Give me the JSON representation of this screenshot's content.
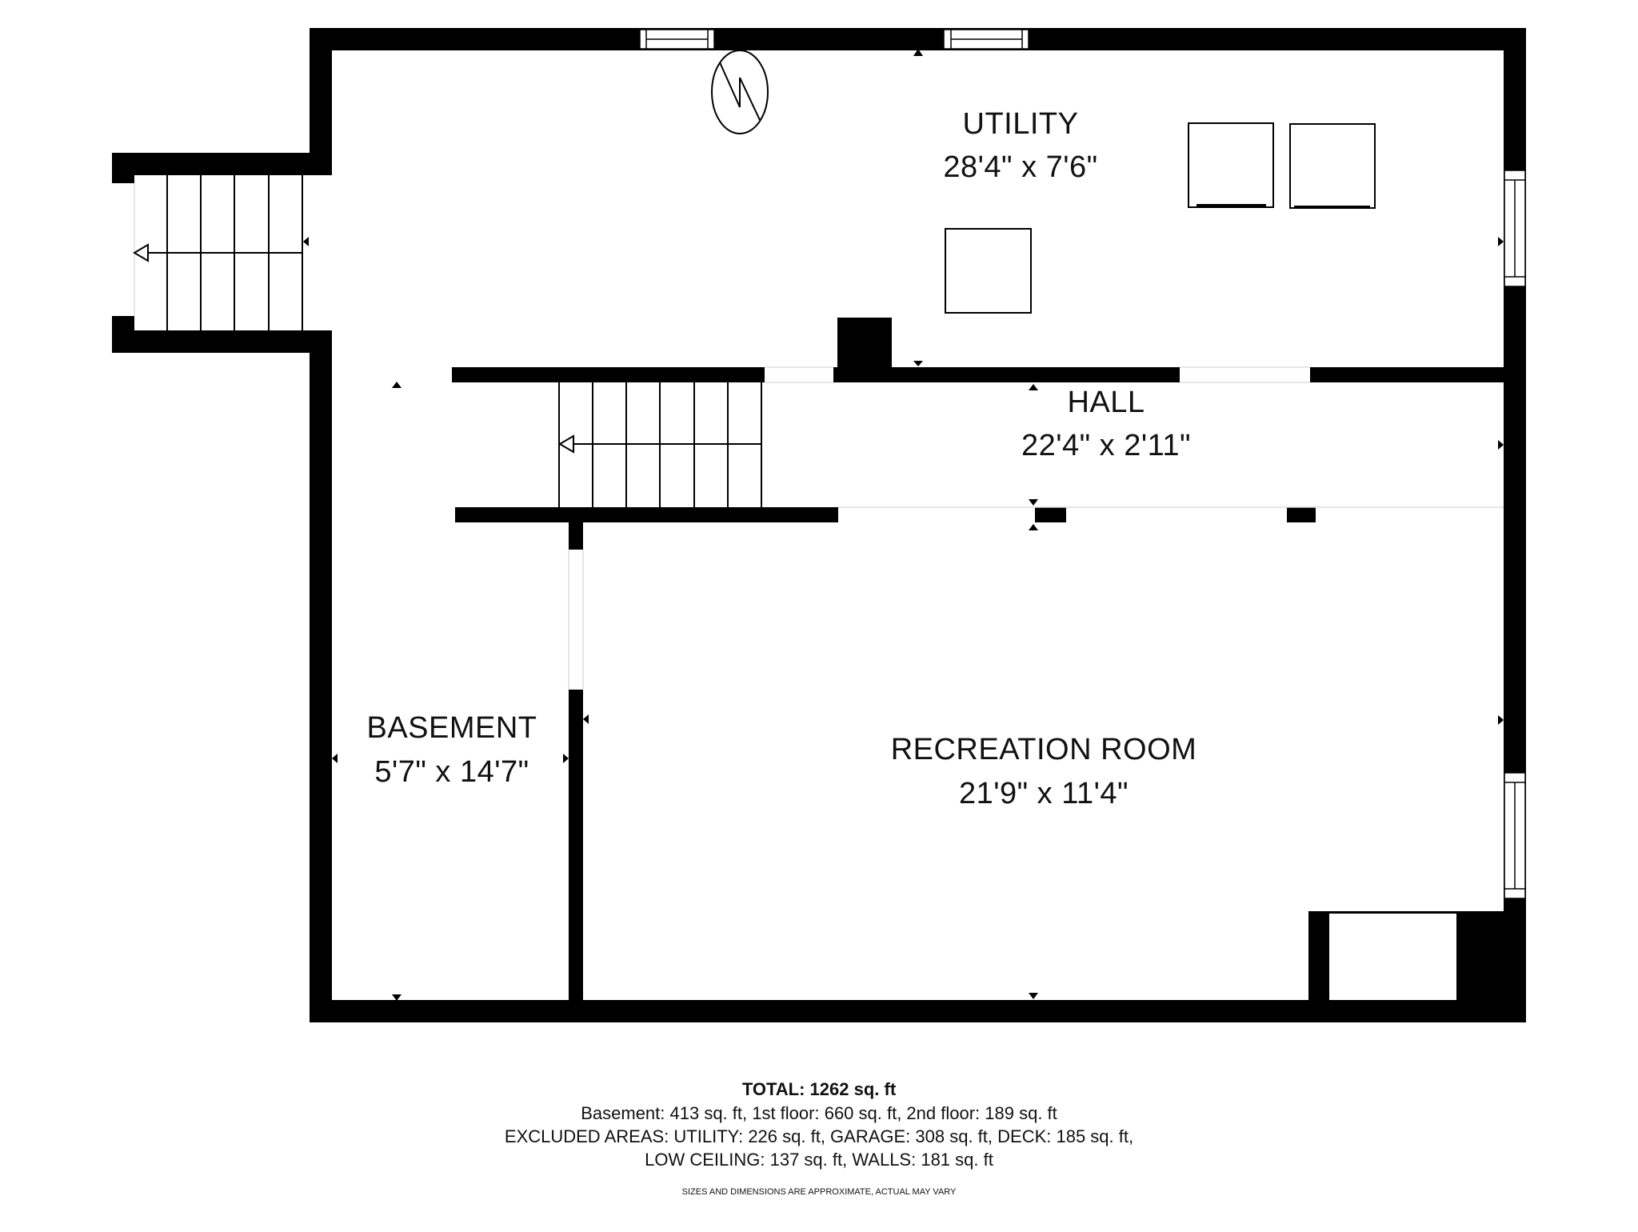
{
  "rooms": {
    "utility": {
      "name": "UTILITY",
      "dims": "28'4\" x 7'6\""
    },
    "hall": {
      "name": "HALL",
      "dims": "22'4\" x 2'11\""
    },
    "basement": {
      "name": "BASEMENT",
      "dims": "5'7\" x 14'7\""
    },
    "recreation": {
      "name": "RECREATION ROOM",
      "dims": "21'9\" x 11'4\""
    }
  },
  "summary": {
    "total": "TOTAL: 1262 sq. ft",
    "floors": "Basement: 413 sq. ft, 1st floor: 660 sq. ft, 2nd floor: 189 sq. ft",
    "excluded_1": "EXCLUDED AREAS: UTILITY: 226 sq. ft, GARAGE: 308 sq. ft, DECK: 185 sq. ft,",
    "excluded_2": "LOW CEILING: 137 sq. ft, WALLS: 181 sq. ft",
    "disclaimer": "SIZES AND DIMENSIONS ARE APPROXIMATE, ACTUAL MAY VARY"
  },
  "icons": {
    "electrical_panel": "electrical-panel-icon",
    "stairs_arrow": "stairs-direction-arrow-icon",
    "dimension_marker": "dimension-marker-icon"
  },
  "colors": {
    "wall": "#000000",
    "background": "#ffffff",
    "text": "#111111"
  }
}
